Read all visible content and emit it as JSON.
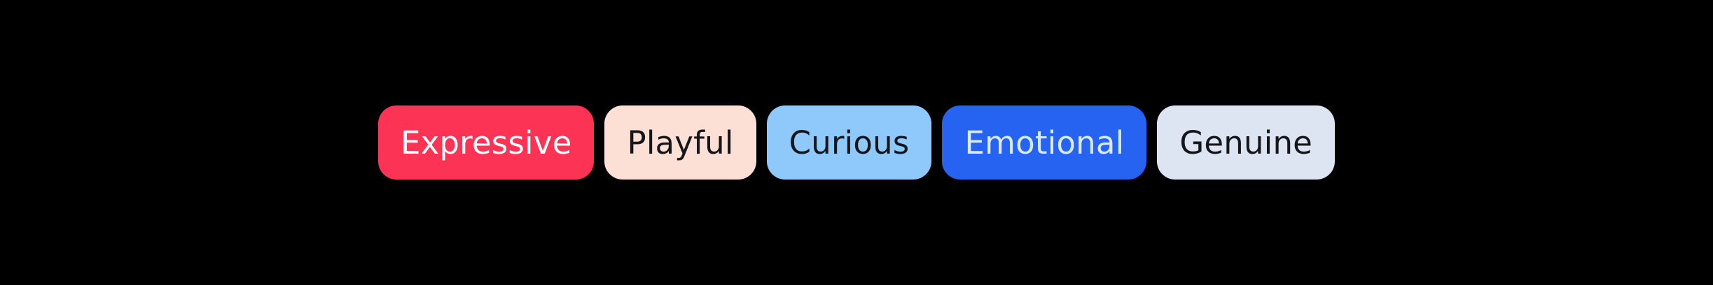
{
  "background_color": "#000000",
  "tag_strip": {
    "tags": [
      {
        "label": "Expressive",
        "background_color": "#fc3355",
        "text_color": "#ffffff"
      },
      {
        "label": "Playful",
        "background_color": "#fcdfd5",
        "text_color": "#15161a"
      },
      {
        "label": "Curious",
        "background_color": "#8fc8fb",
        "text_color": "#15161a"
      },
      {
        "label": "Emotional",
        "background_color": "#2563f0",
        "text_color": "#dbe9fd"
      },
      {
        "label": "Genuine",
        "background_color": "#dde5f2",
        "text_color": "#15161a"
      }
    ]
  }
}
